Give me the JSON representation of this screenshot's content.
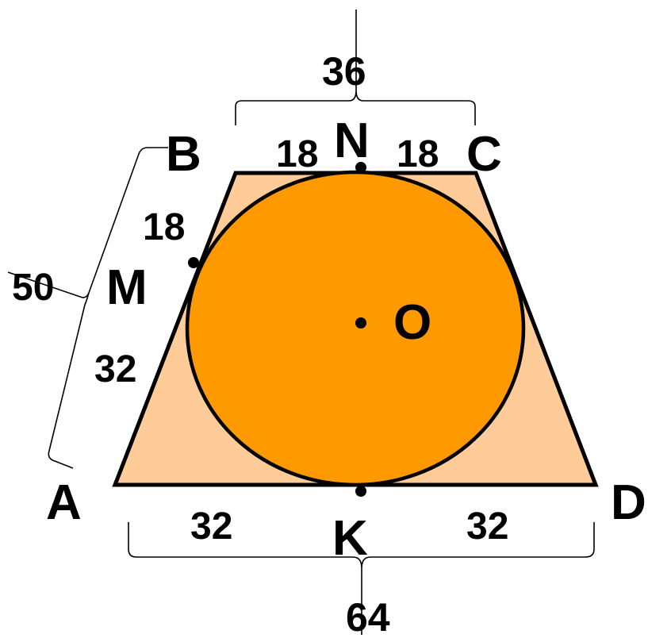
{
  "colors": {
    "trapezoid_fill": "#ffcc99",
    "circle_fill": "#ff9900",
    "outline": "#000000"
  },
  "points": {
    "A": "A",
    "B": "B",
    "C": "C",
    "D": "D",
    "M": "M",
    "N": "N",
    "K": "K",
    "O": "O"
  },
  "measures": {
    "top_total": "36",
    "top_left": "18",
    "top_right": "18",
    "left_total": "50",
    "left_upper": "18",
    "left_lower": "32",
    "bottom_left": "32",
    "bottom_right": "32",
    "bottom_total": "64"
  }
}
